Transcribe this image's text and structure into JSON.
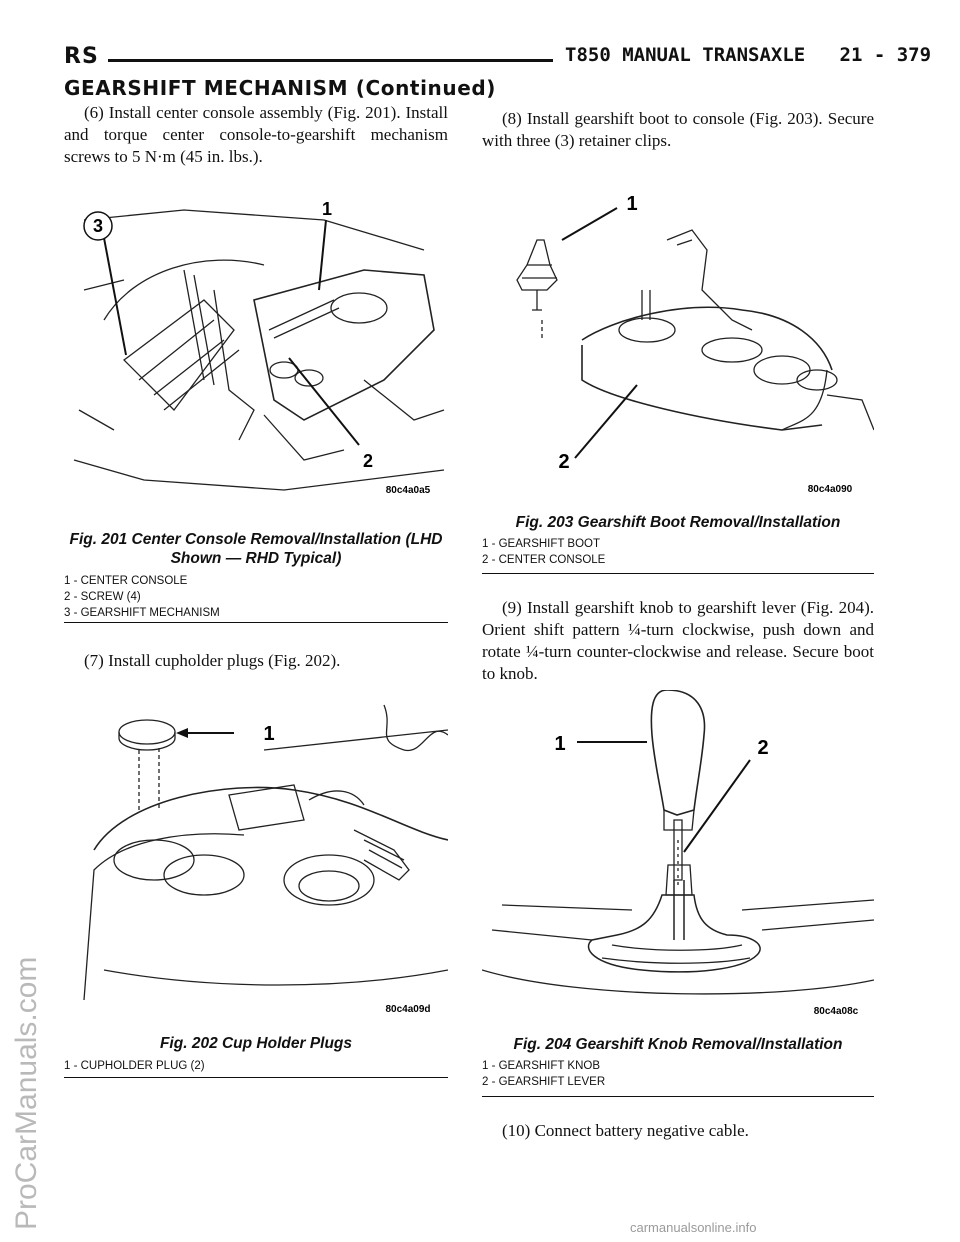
{
  "header": {
    "left": "RS",
    "right": "T850 MANUAL TRANSAXLE",
    "page_num": "21 - 379"
  },
  "section_title": "GEARSHIFT MECHANISM (Continued)",
  "left_col": {
    "step6": "(6) Install center console assembly (Fig. 201). Install and torque center console-to-gearshift mechanism screws to 5 N·m (45 in. lbs.).",
    "fig201": {
      "code": "80c4a0a5",
      "callouts": [
        "1",
        "2",
        "3"
      ],
      "caption": "Fig. 201 Center Console Removal/Installation (LHD Shown — RHD Typical)",
      "legend": [
        "1 - CENTER CONSOLE",
        "2 - SCREW (4)",
        "3 - GEARSHIFT MECHANISM"
      ]
    },
    "step7": "(7) Install cupholder plugs (Fig. 202).",
    "fig202": {
      "code": "80c4a09d",
      "callouts": [
        "1"
      ],
      "caption": "Fig. 202 Cup Holder Plugs",
      "legend": [
        "1 - CUPHOLDER PLUG (2)"
      ]
    }
  },
  "right_col": {
    "step8": "(8) Install gearshift boot to console (Fig. 203). Secure with three (3) retainer clips.",
    "fig203": {
      "code": "80c4a090",
      "callouts": [
        "1",
        "2"
      ],
      "caption": "Fig. 203 Gearshift Boot Removal/Installation",
      "legend": [
        "1 - GEARSHIFT BOOT",
        "2 - CENTER CONSOLE"
      ]
    },
    "step9": "(9) Install gearshift knob to gearshift lever (Fig. 204). Orient shift pattern ¼-turn clockwise, push down and rotate ¼-turn counter-clockwise and release. Secure boot to knob.",
    "fig204": {
      "code": "80c4a08c",
      "callouts": [
        "1",
        "2"
      ],
      "caption": "Fig. 204 Gearshift Knob Removal/Installation",
      "legend": [
        "1 - GEARSHIFT KNOB",
        "2 - GEARSHIFT LEVER"
      ]
    },
    "step10": "(10) Connect battery negative cable."
  },
  "watermark": "ProCarManuals.com",
  "footer_watermark": "carmanualsonline.info"
}
